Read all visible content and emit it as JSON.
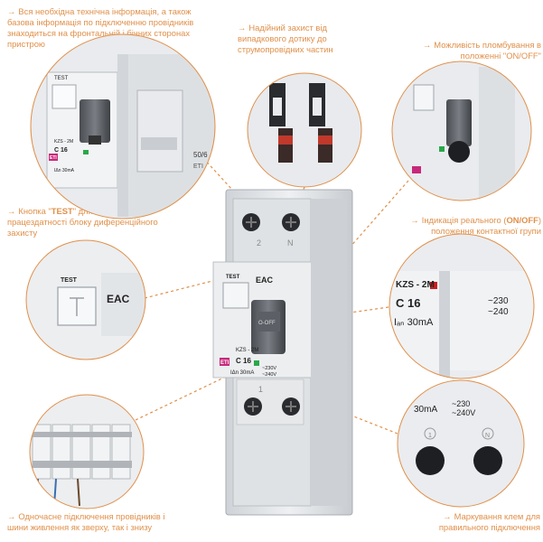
{
  "captions": {
    "tech_info": "Вся необхідна технічна інформація, а також базова інформація по підключенню провідників знаходиться на фронтальній і бічних сторонах пристрою",
    "protection": "Надійний захист від випадкового дотику до струмопровідних частин",
    "sealing": "Можливість пломбування в положенні \"ON/OFF\"",
    "test_pre": "Кнопка \"",
    "test_bold": "TEST",
    "test_post": "\" для контролю працездатності блоку диференційного захисту",
    "indication_pre": "Індикація реального (",
    "indication_bold": "ON/OFF",
    "indication_post": ") положення контактної групи",
    "simultaneous": "Одночасне підключення провідників і шини живлення як зверху, так і знизу",
    "terminal_marking": "Маркування клем для правильного підключення"
  },
  "device": {
    "test_label": "TEST",
    "model": "KZS - 2M",
    "rating": "C 16",
    "residual": "IΔn 30mA",
    "voltage_1": "~230V",
    "voltage_2": "~240V",
    "terminal_n": "N",
    "terminal_2": "2",
    "terminal_1": "1",
    "brand": "ETI",
    "cert": "EAC",
    "switch_state": "O-OFF"
  },
  "details": {
    "ratio": "50/6",
    "brand_side": "ETI",
    "zoom_model": "KZS - 2M",
    "zoom_rating": "C 16",
    "zoom_residual": "Iₐₙ 30mA",
    "zoom_v1": "~230",
    "zoom_v2": "~240",
    "bottom_res": "30mA",
    "bottom_v": "~240V",
    "bottom_v_top": "~230"
  },
  "colors": {
    "accent": "#e0904a",
    "led_green": "#2aa84a",
    "led_red": "#c82020",
    "brand_pink": "#c8287a"
  }
}
